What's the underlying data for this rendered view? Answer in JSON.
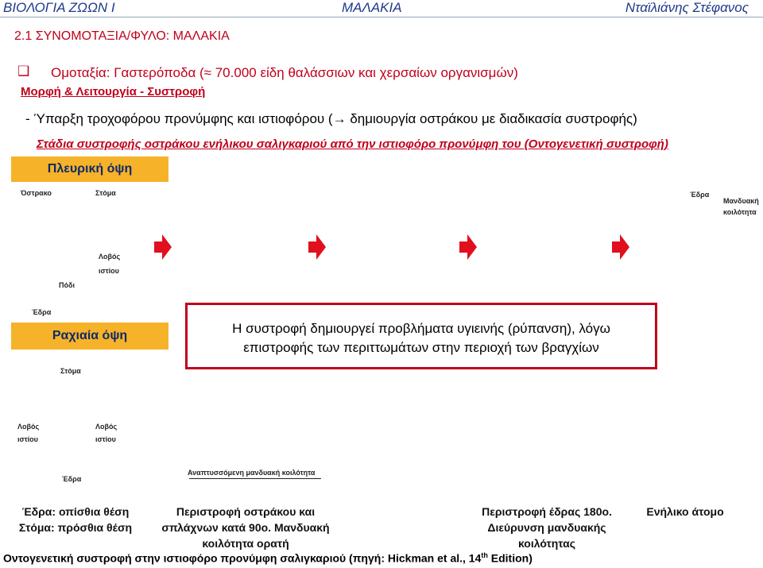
{
  "header": {
    "course": "ΒΙΟΛΟΓΙΑ ΖΩΩΝ Ι",
    "topic": "ΜΑΛΑΚΙΑ",
    "author": "Νταϊλιάνης Στέφανος"
  },
  "section_title": "2.1  ΣΥΝΟΜΟΤΑΞΙΑ/ΦΥΛΟ: ΜΑΛΑΚΙΑ",
  "subtitle_bullet": "❑",
  "subtitle": "Ομοταξία: Γαστερόποδα (≈ 70.000 είδη θαλάσσιων και χερσαίων οργανισμών)",
  "topic_line": "Μορφή & Λειτουργία - Συστροφή",
  "bullet": "-  Ύπαρξη τροχοφόρου προνύμφης και ιστιοφόρου (→ δημιουργία οστράκου με διαδικασία συστροφής)",
  "stages_title": "Στάδια συστροφής οστράκου ενήλικου σαλιγκαριού από την ιστιοφόρο προνύμφη του (Οντογενετική συστροφή)",
  "lateral_view": "Πλευρική όψη",
  "dorsal_view": "Ραχιαία όψη",
  "info_text_1": "Η συστροφή δημιουργεί προβλήματα υγιεινής (ρύπανση), λόγω",
  "info_text_2": "επιστροφής των περιττωμάτων στην περιοχή των βραγχίων",
  "diagram_labels": {
    "shell": "Όστρακο",
    "mouth_top": "Στόμα",
    "anus_top": "Έδρα",
    "mantle_1": "Μανδυακή",
    "mantle_2": "κοιλότητα",
    "lobe_1": "Λοβός",
    "lobe_2": "ιστίου",
    "foot": "Πόδι",
    "anus_left": "Έδρα",
    "mouth_dorsal": "Στόμα",
    "lobe_l1": "Λοβός",
    "lobe_l2": "ιστίου",
    "lobe_r1": "Λοβός",
    "lobe_r2": "ιστίου",
    "developing_mantle": "Αναπτυσσόμενη μανδυακή κοιλότητα",
    "anus_bottom": "Έδρα"
  },
  "captions": {
    "c1_line1": "Έδρα: οπίσθια θέση",
    "c1_line2": "Στόμα: πρόσθια θέση",
    "c2_line1": "Περιστροφή οστράκου και",
    "c2_line2": "σπλάχνων κατά 90ο. Μανδυακή",
    "c2_line3": "κοιλότητα ορατή",
    "c3_line1": "Περιστροφή έδρας 180ο.",
    "c3_line2": "Διεύρυνση μανδυακής",
    "c3_line3": "κοιλότητας",
    "c4": "Ενήλικο άτομο"
  },
  "footer": {
    "text": "Οντογενετική συστροφή στην ιστιοφόρο προνύμφη σαλιγκαριού (πηγή: Hickman et al., 14",
    "sup": "th",
    "end": " Edition)"
  },
  "colors": {
    "red": "#c0001b",
    "orange_box": "#f6b228",
    "shell_gray": "#dcdcdc",
    "body_blue": "#b9cdea",
    "gut_green": "#7fae82"
  }
}
